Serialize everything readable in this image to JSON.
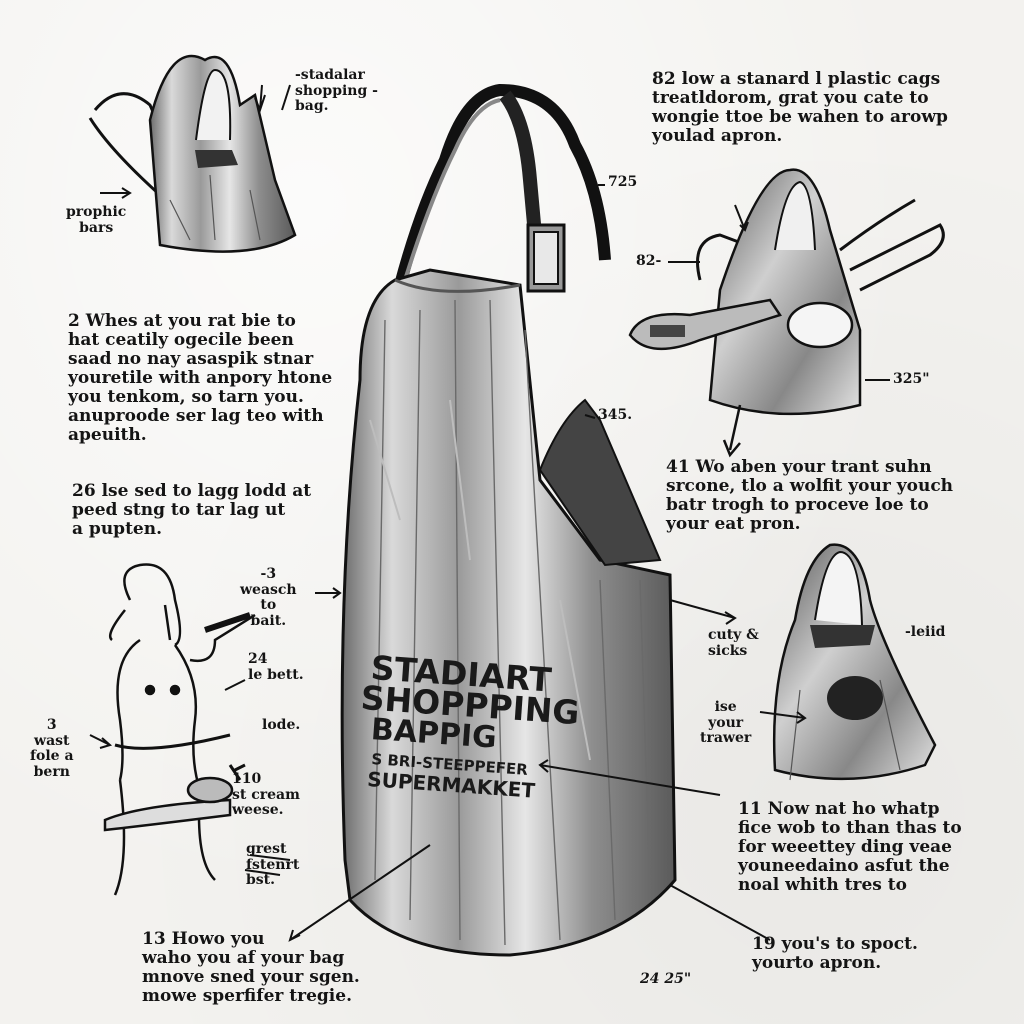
{
  "bag_print": {
    "line1": "STADIART",
    "line2": "SHOPPPING",
    "line3": "BAPPIG",
    "line4": "S BRI-STEEPPEFER",
    "line5": "SUPERMAKKET"
  },
  "labels": {
    "standard_shopping_bag": "-stadalar\nshopping -\nbag.",
    "plastic_bags": "prophic\nbars",
    "measure_top": "725",
    "measure_mid_right": "345.",
    "measure_upper_right_left": "82-",
    "measure_upper_right_bag": "325\"",
    "weaved_to_belt": "-3\nweasch\nto\nbait.",
    "le_belt": "24\nle bett.",
    "lode": "lode.",
    "waist_belt": "3\nwast\nfole a\nbern",
    "cream_wedge": "110\nst cream\nweese.",
    "great_belt": "grest\nfstenrt\nbst.",
    "cut_sides": "cuty  &\nsicks",
    "leid": "-leiid",
    "use_your_drawer": "ise\nyour\ntrawer",
    "measure_bottom": "24 25\""
  },
  "steps": {
    "s82": "82  low a stanard l plastic cags\ntreatldorom, grat you cate to\nwongie ttoe be wahen to arowp\nyoulad apron.",
    "s2": "2  Whes at you rat bie to\nhat ceatily ogecile been\nsaad no nay asaspik stnar\nyouretile with anpory htone\nyou tenkom, so tarn you.\nanuproode ser lag teo with\napeuith.",
    "s26": "26  lse sed to lagg lodd at\npeed stng to tar lag ut\na pupten.",
    "s41": "41  Wo aben your trant suhn\nsrcone, tlo a wolfit your youch\nbatr trogh to proceve loe to\nyour eat pron.",
    "s11": "11  Now nat ho whatp\nfice wob to than thas to\nfor weeettey ding veae\nyouneedaino asfut the\nnoal whith tres to",
    "s13": "13  Howo you\nwaho you af your bag\nmnove sned your sgen.\nmowe sperfifer tregie.",
    "s19": "19  you's to spoct.\nyourto apron."
  }
}
